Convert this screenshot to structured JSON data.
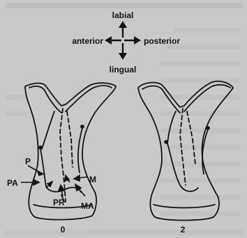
{
  "orientation": {
    "labial": "labial",
    "anterior": "anterior",
    "posterior": "posterior",
    "lingual": "lingual"
  },
  "structure_labels": {
    "p": "P",
    "pa": "PA",
    "pr": "PR",
    "m": "M",
    "ma": "MA"
  },
  "specimens": [
    {
      "label": "0"
    },
    {
      "label": "2"
    }
  ],
  "colors": {
    "background": "#c9c9c9",
    "ink": "#141414",
    "bleed_through_text": "#ababab"
  }
}
